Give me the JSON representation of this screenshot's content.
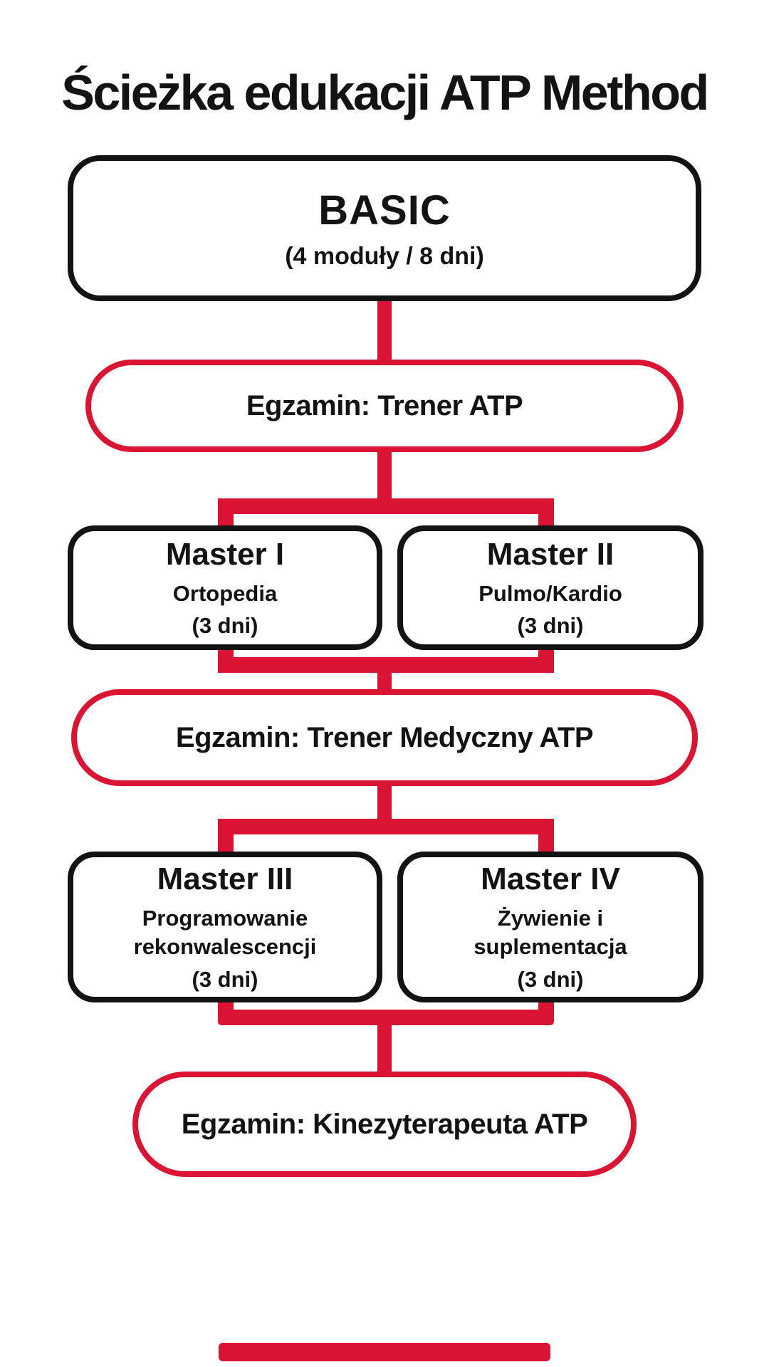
{
  "title": "Ścieżka edukacji ATP Method",
  "colors": {
    "red": "#DC1433",
    "black": "#131313",
    "background": "#FFFFFF"
  },
  "nodes": {
    "basic": {
      "title": "BASIC",
      "subtitle": "(4 moduły / 8 dni)"
    },
    "exam1": {
      "label": "Egzamin: Trener ATP"
    },
    "master1": {
      "title": "Master I",
      "subtitle": "Ortopedia",
      "duration": "(3 dni)"
    },
    "master2": {
      "title": "Master II",
      "subtitle": "Pulmo/Kardio",
      "duration": "(3 dni)"
    },
    "exam2": {
      "label": "Egzamin: Trener Medyczny ATP"
    },
    "master3": {
      "title": "Master III",
      "subtitle": "Programowanie rekonwalescencji",
      "duration": "(3 dni)"
    },
    "master4": {
      "title": "Master IV",
      "subtitle": "Żywienie i suplementacja",
      "duration": "(3 dni)"
    },
    "exam3": {
      "label": "Egzamin: Kinezyterapeuta ATP"
    }
  }
}
